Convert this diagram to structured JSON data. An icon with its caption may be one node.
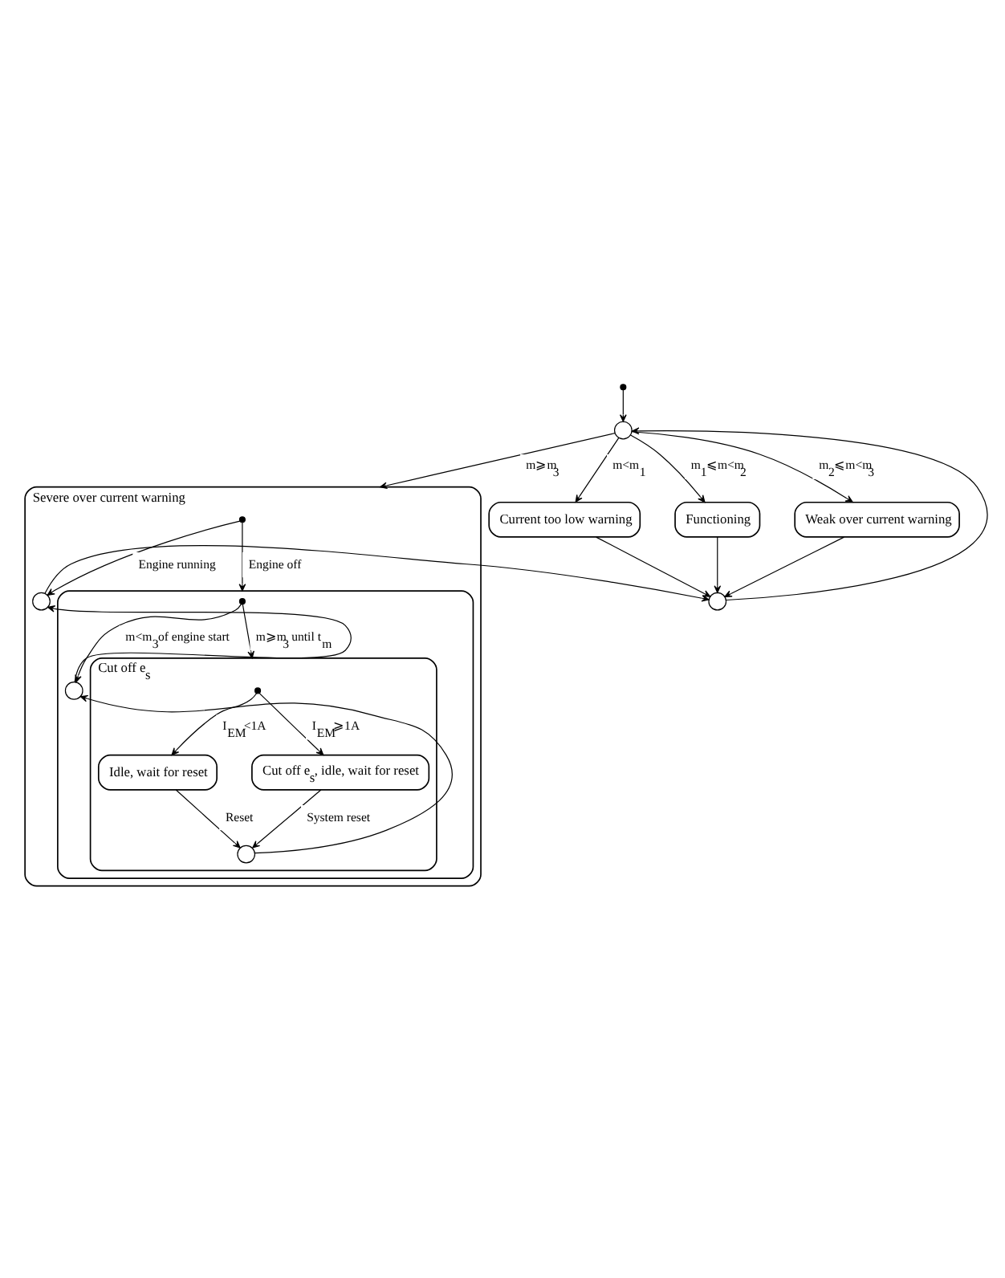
{
  "diagram": {
    "nodes": [
      {
        "text": [],
        "shape": "dot"
      },
      {
        "text": [],
        "shape": "circle"
      },
      {
        "text": [
          "Current too low warning"
        ]
      },
      {
        "text": [
          "Functioning"
        ]
      },
      {
        "text": [
          "Weak over current warning"
        ]
      },
      {
        "text": [],
        "shape": "circle"
      },
      {
        "text": [
          "Severe over current warning"
        ]
      },
      {
        "text": [],
        "shape": "dot",
        "in": 6
      },
      {
        "text": [],
        "shape": "circle",
        "in": 6
      },
      {
        "text": [],
        "shape": "box",
        "in": 6
      },
      {
        "text": [],
        "shape": "dot",
        "in": 9
      },
      {
        "text": [],
        "shape": "circle",
        "in": 9
      },
      {
        "text": [
          "Cut off e$_{s}$"
        ],
        "in": 9
      },
      {
        "text": [],
        "shape": "dot",
        "in": 12
      },
      {
        "text": [
          "Idle, wait for reset"
        ],
        "in": 12
      },
      {
        "text": [
          "Cut off e$_{s}$, idle, wait for reset"
        ],
        "in": 12
      },
      {
        "text": [],
        "shape": "circle",
        "in": 12
      }
    ],
    "edges": [
      {
        "from": 0,
        "to": 1,
        "arrow": "to"
      },
      {
        "from": 1,
        "to": 2,
        "arrow": "to",
        "label": "m<m$_{1}$"
      },
      {
        "from": 1,
        "to": 3,
        "arrow": "to",
        "label": "m$_{1}$⩽m<m$_{2}$"
      },
      {
        "from": 1,
        "to": 4,
        "arrow": "to",
        "label": "m$_{2}$⩽m<m$_{3}$"
      },
      {
        "from": 1,
        "to": 6,
        "arrow": "to",
        "label": "m⩾m$_{3}$"
      },
      {
        "from": 2,
        "to": 5,
        "arrow": "to"
      },
      {
        "from": 3,
        "to": 5,
        "arrow": "to"
      },
      {
        "from": 4,
        "to": 5,
        "arrow": "to"
      },
      {
        "from": 5,
        "to": 1,
        "arrow": "to"
      },
      {
        "from": 7,
        "to": 8,
        "arrow": "to",
        "label": "Engine running"
      },
      {
        "from": 7,
        "to": 9,
        "arrow": "to",
        "label": "Engine off"
      },
      {
        "from": 8,
        "to": 5,
        "arrow": "to"
      },
      {
        "from": 10,
        "to": 11,
        "arrow": "to",
        "label": "m<m$_{3}$of engine start"
      },
      {
        "from": 10,
        "to": 12,
        "arrow": "to",
        "label": "m⩾m$_{3}$ until t$_{m}$"
      },
      {
        "from": 11,
        "to": 8,
        "arrow": "to"
      },
      {
        "from": 13,
        "to": 14,
        "arrow": "to",
        "label": "I$_{EM}$<1A"
      },
      {
        "from": 13,
        "to": 15,
        "arrow": "to",
        "label": "I$_{EM}$⩾1A"
      },
      {
        "from": 14,
        "to": 16,
        "arrow": "to",
        "label": "Reset"
      },
      {
        "from": 15,
        "to": 16,
        "arrow": "to",
        "label": "System reset"
      },
      {
        "from": 16,
        "to": 11,
        "arrow": "to"
      }
    ]
  }
}
